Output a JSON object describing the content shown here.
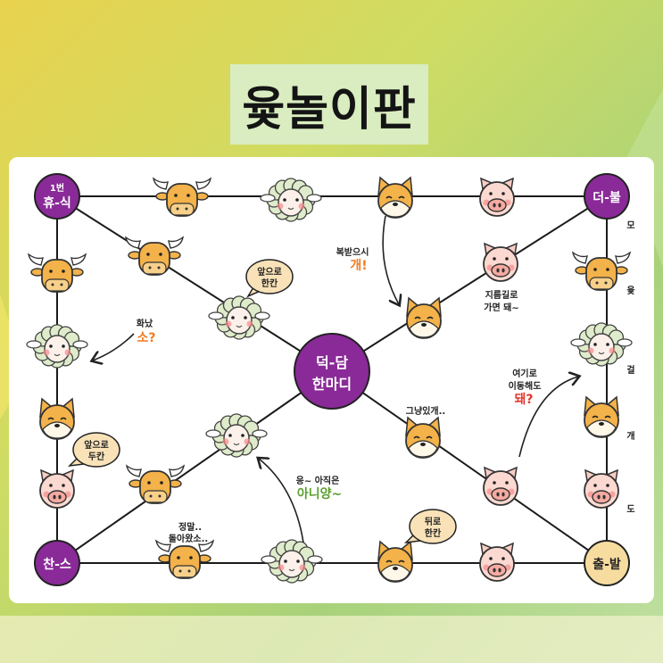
{
  "title": "윷놀이판",
  "colors": {
    "line": "#1a1a1a",
    "purple": "#8a2a98",
    "cream": "#f7dca0",
    "orange": "#f07c22",
    "red": "#e6352b",
    "green": "#5a9e2c"
  },
  "stations": {
    "rest": [
      "1번",
      "휴-식"
    ],
    "share": [
      "더-불"
    ],
    "chance": [
      "찬-스"
    ],
    "start": [
      "출-발"
    ],
    "center": [
      "덕-담",
      "한마디"
    ]
  },
  "side_labels": [
    "모",
    "윷",
    "걸",
    "개",
    "도"
  ],
  "annotations": {
    "bokbat_small": "복받으시",
    "bokbat_big": "개!",
    "hwanat_small": "화났",
    "hwanat_big": "소?",
    "jireumgil": [
      "지름길로",
      "가면 돼~"
    ],
    "yeogiro_small": [
      "여기로",
      "이동해도"
    ],
    "yeogiro_big": "돼?",
    "geunyang": "그냥있개..",
    "eung_small": "응~ 아직은",
    "eung_big": "아니양~",
    "jeongmal": [
      "정말..",
      "돌아왔소.."
    ]
  },
  "bubbles": {
    "ap_one": [
      "앞으로",
      "한칸"
    ],
    "ap_two": [
      "앞으로",
      "두칸"
    ],
    "dwi_one": [
      "뒤로",
      "한칸"
    ]
  },
  "icons": [
    {
      "name": "cow-icon",
      "animal": "cow"
    },
    {
      "name": "sheep-icon",
      "animal": "sheep"
    },
    {
      "name": "dog-icon",
      "animal": "dog"
    },
    {
      "name": "pig-icon",
      "animal": "pig"
    }
  ]
}
